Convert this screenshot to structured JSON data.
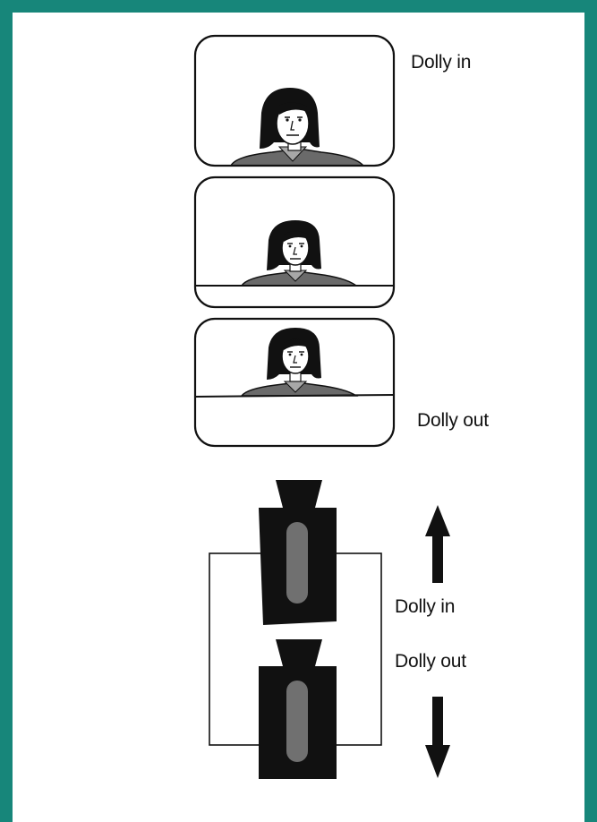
{
  "colors": {
    "frame_bg": "#17867a",
    "panel_bg": "#ffffff",
    "ink": "#111111",
    "shirt": "#6a6a6a",
    "collar": "#a8a8a8",
    "lens": "#707070"
  },
  "frames": [
    {
      "label": "Dolly in",
      "shot": "close"
    },
    {
      "label": "",
      "shot": "medium"
    },
    {
      "label": "Dolly out",
      "shot": "wide"
    }
  ],
  "dolly": {
    "in_label": "Dolly in",
    "out_label": "Dolly out",
    "up_arrow_icon": "arrow-up-icon",
    "down_arrow_icon": "arrow-down-icon",
    "camera_icon": "camera-icon"
  }
}
